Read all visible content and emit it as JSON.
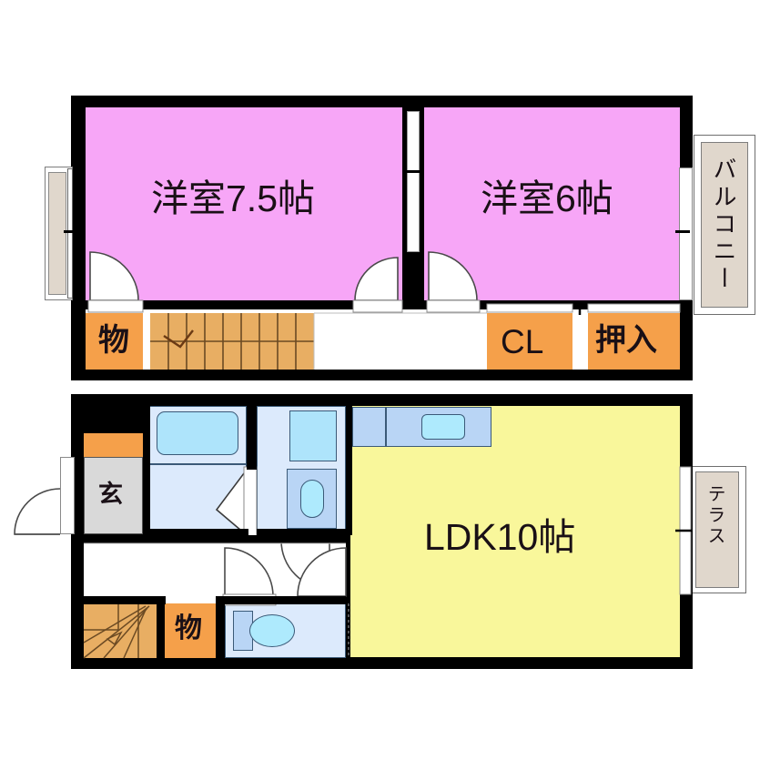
{
  "plan": {
    "title": "2LDK apartment floor plan",
    "floors": [
      {
        "name": "upper-floor",
        "rooms": [
          {
            "id": "washitsu-75",
            "label": "洋室7.5帖",
            "type": "western-room",
            "size_jo": 7.5,
            "color": "#f7a6f7"
          },
          {
            "id": "washitsu-6",
            "label": "洋室6帖",
            "type": "western-room",
            "size_jo": 6,
            "color": "#f7a6f7"
          }
        ],
        "storage": [
          {
            "id": "mono-upper",
            "label": "物",
            "type": "storage",
            "color": "#f5a04a"
          },
          {
            "id": "cl",
            "label": "CL",
            "type": "closet",
            "color": "#f5a04a"
          },
          {
            "id": "oshiire",
            "label": "押入",
            "type": "closet",
            "color": "#f5a04a"
          }
        ],
        "outdoor": [
          {
            "id": "balcony",
            "label": "バルコニー",
            "type": "balcony",
            "color": "#e0d7cc"
          }
        ],
        "features": [
          {
            "id": "stairs-up",
            "label": "",
            "type": "straight-stairs",
            "treads": 9,
            "color": "#e8ae63"
          }
        ]
      },
      {
        "name": "lower-floor",
        "rooms": [
          {
            "id": "ldk",
            "label": "LDK10帖",
            "type": "living-dining-kitchen",
            "size_jo": 10,
            "color": "#f9f79b"
          },
          {
            "id": "genkan",
            "label": "玄",
            "type": "entrance",
            "color": "#d9d9d9"
          }
        ],
        "storage": [
          {
            "id": "mono-lower",
            "label": "物",
            "type": "storage",
            "color": "#f5a04a"
          },
          {
            "id": "shoe-cabinet",
            "label": "",
            "type": "shoe-box",
            "color": "#f5a04a"
          }
        ],
        "wet_areas": [
          {
            "id": "bathroom",
            "label": "",
            "type": "unit-bath",
            "color": "#dceafc"
          },
          {
            "id": "washroom",
            "label": "",
            "type": "washroom",
            "color": "#dceafc"
          },
          {
            "id": "toilet",
            "label": "",
            "type": "toilet",
            "color": "#dceafc"
          }
        ],
        "outdoor": [
          {
            "id": "terrace",
            "label": "テラス",
            "type": "terrace",
            "color": "#e0d7cc"
          }
        ],
        "features": [
          {
            "id": "kitchen-counter",
            "label": "",
            "type": "kitchen-counter",
            "color": "#b9d5f5"
          },
          {
            "id": "stairs-down",
            "label": "",
            "type": "winder-stairs",
            "color": "#e8ae63"
          }
        ]
      }
    ],
    "colors": {
      "wall": "#000000",
      "room_pink": "#f7a6f7",
      "room_yellow": "#f9f79b",
      "storage_orange": "#f5a04a",
      "stairs_wood": "#e8ae63",
      "water_blue": "#dceafc",
      "fixture_blue": "#aee4fb",
      "counter_blue": "#b9d5f5",
      "outdoor_beige": "#e0d7cc",
      "entrance_gray": "#d9d9d9",
      "text": "#1a1016",
      "background": "#ffffff"
    }
  }
}
